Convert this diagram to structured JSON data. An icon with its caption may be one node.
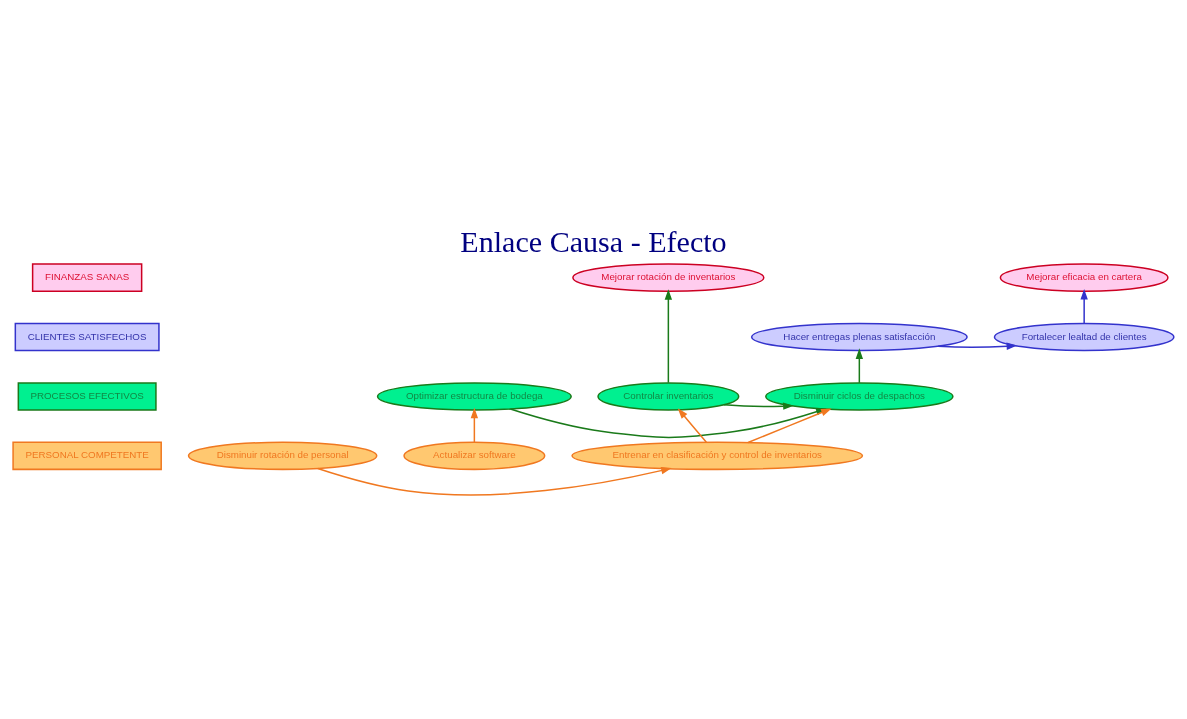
{
  "diagram": {
    "title": "Enlace Causa - Efecto",
    "nodes": [
      {
        "text": [
          "FINANZAS SANAS"
        ]
      },
      {
        "text": [
          "Mejorar eficacia en cartera"
        ]
      },
      {
        "text": [
          "Mejorar rotación de inventarios"
        ]
      },
      {
        "text": [
          "CLIENTES SATISFECHOS"
        ]
      },
      {
        "text": [
          "Fortalecer lealtad de clientes"
        ]
      },
      {
        "text": [
          "Hacer entregas plenas satisfacción"
        ]
      },
      {
        "text": [
          "PROCESOS EFECTIVOS"
        ]
      },
      {
        "text": [
          "Controlar inventarios"
        ]
      },
      {
        "text": [
          "Disminuir ciclos de despachos"
        ]
      },
      {
        "text": [
          "Optimizar estructura de bodega"
        ]
      },
      {
        "text": [
          "PERSONAL COMPETENTE"
        ]
      },
      {
        "text": [
          "Disminuir rotación de personal"
        ]
      },
      {
        "text": [
          "Entrenar en clasificación y control de inventarios"
        ]
      },
      {
        "text": [
          "Actualizar software"
        ]
      }
    ],
    "edges": [
      {
        "from": 7,
        "to": 2,
        "arrow": "to",
        "color": "#1a7a1a"
      },
      {
        "from": 7,
        "to": 8,
        "arrow": "to",
        "color": "#1a7a1a"
      },
      {
        "from": 9,
        "to": 8,
        "arrow": "to",
        "color": "#1a7a1a"
      },
      {
        "from": 8,
        "to": 5,
        "arrow": "to",
        "color": "#1a7a1a"
      },
      {
        "from": 5,
        "to": 4,
        "arrow": "to",
        "color": "#3333cc"
      },
      {
        "from": 4,
        "to": 1,
        "arrow": "to",
        "color": "#3333cc"
      },
      {
        "from": 11,
        "to": 12,
        "arrow": "to",
        "color": "#f07820"
      },
      {
        "from": 12,
        "to": 7,
        "arrow": "to",
        "color": "#f07820"
      },
      {
        "from": 12,
        "to": 8,
        "arrow": "to",
        "color": "#f07820"
      },
      {
        "from": 13,
        "to": 9,
        "arrow": "to",
        "color": "#f07820"
      }
    ]
  }
}
